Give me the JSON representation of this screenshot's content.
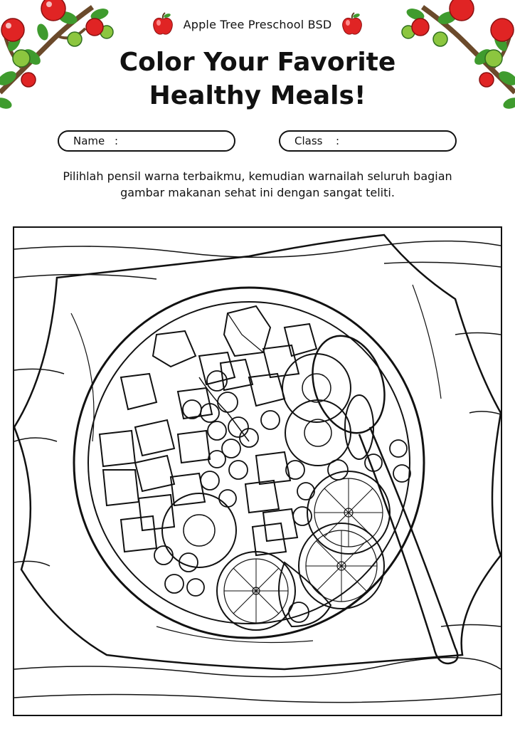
{
  "header": {
    "school_name": "Apple Tree Preschool BSD",
    "left_icon": "apple-icon",
    "right_icon": "apple-icon"
  },
  "title": {
    "line1": "Color Your Favorite",
    "line2": "Healthy Meals!"
  },
  "fields": {
    "name_label": "Name",
    "name_sep": ":",
    "class_label": "Class",
    "class_sep": ":"
  },
  "instructions": {
    "line1": "Pilihlah pensil warna terbaikmu, kemudian warnailah seluruh bagian",
    "line2": "gambar makanan sehat ini dengan sangat teliti."
  },
  "decorations": {
    "corner_branches": "apple-tree-branch-icon",
    "illustration": "fruit-salad-bowl-coloring-illustration"
  },
  "colors": {
    "apple_red": "#e02424",
    "leaf_green": "#3f9b2e",
    "light_green": "#8cc63f",
    "branch_brown": "#6b4a2b",
    "line_black": "#111111"
  }
}
